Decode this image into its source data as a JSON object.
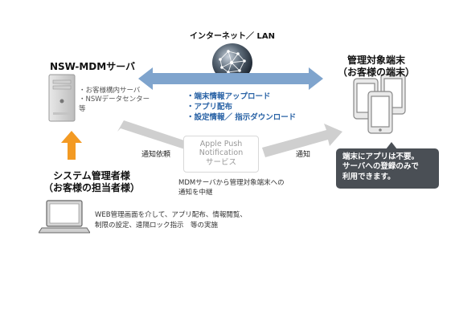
{
  "internet_label": "インターネット／ LAN",
  "server": {
    "title": "NSW-MDMサーバ",
    "notes": [
      "・お客様構内サーバ",
      "・NSWデータセンター",
      "  等"
    ]
  },
  "devices": {
    "title_line1": "管理対象端末",
    "title_line2": "（お客様の端末）"
  },
  "flows": [
    "・端末情報アップロード",
    "・アプリ配布",
    "・設定情報／ 指示ダウンロード"
  ],
  "notify_request": "通知依頼",
  "notify": "通知",
  "apns": {
    "line1": "Apple Push",
    "line2": "Notification",
    "line3": "サービス"
  },
  "mdm_relay": [
    "MDMサーバから管理対象端末への",
    "通知を中継"
  ],
  "admin": {
    "title_line1": "システム管理者様",
    "title_line2": "（お客様の担当者様）",
    "notes": [
      "WEB管理画面を介して、アプリ配布、情報閲覧、",
      "制限の設定、遠隔ロック指示　等の実施"
    ]
  },
  "callout": [
    "端末にアプリは不要。",
    "サーバへの登録のみで",
    "利用できます。"
  ],
  "colors": {
    "blue_arrow": "#7fa4cd",
    "grey_arrow": "#c8c8c8",
    "orange_arrow": "#f39a23",
    "flow_text": "#2a63a6",
    "callout_bg": "#4a4f55"
  },
  "icons": [
    "globe-icon",
    "server-icon",
    "laptop-icon",
    "smartphone-icon"
  ]
}
